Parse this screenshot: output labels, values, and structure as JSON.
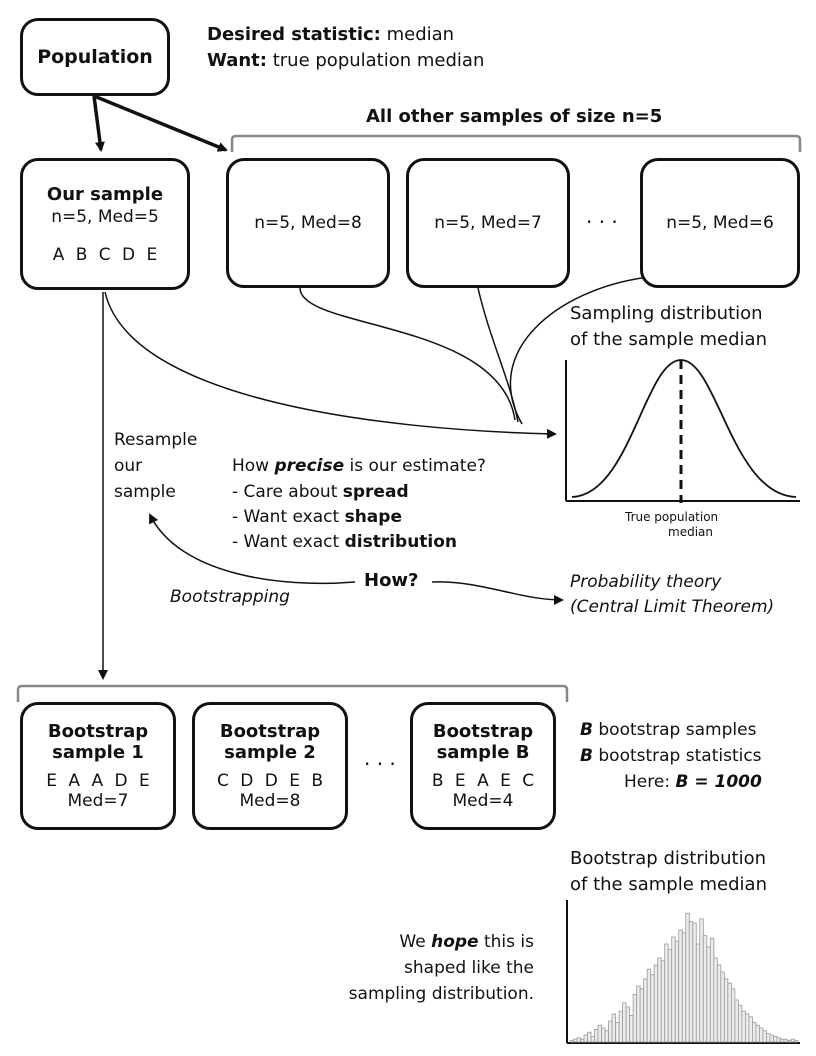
{
  "population": {
    "label": "Population"
  },
  "desired": {
    "label": "Desired statistic:",
    "value": "median"
  },
  "want": {
    "label": "Want:",
    "value": "true population median"
  },
  "other_samples_header": "All other samples of size n=5",
  "our_sample": {
    "title": "Our sample",
    "stats": "n=5, Med=5",
    "letters": "A B C D E"
  },
  "other_samples": [
    {
      "stats": "n=5, Med=8"
    },
    {
      "stats": "n=5, Med=7"
    },
    {
      "stats": "n=5, Med=6"
    }
  ],
  "ellipsis": "· · ·",
  "sampling_dist": {
    "title1": "Sampling distribution",
    "title2": "of the sample median",
    "axis_label1": "True population",
    "axis_label2": "median"
  },
  "resample": {
    "line1": "Resample",
    "line2": "our",
    "line3": "sample"
  },
  "precision": {
    "question_pre": "How ",
    "question_em": "precise",
    "question_post": " is our estimate?",
    "items": [
      {
        "pre": "- Care about ",
        "em": "spread"
      },
      {
        "pre": "- Want exact ",
        "em": "shape"
      },
      {
        "pre": "- Want exact ",
        "em": "distribution"
      }
    ]
  },
  "how": "How?",
  "bootstrapping": "Bootstrapping",
  "probability": {
    "line1": "Probability theory",
    "line2": "(Central Limit Theorem)"
  },
  "bootstrap_samples": [
    {
      "title1": "Bootstrap",
      "title2": "sample 1",
      "letters": "E A A D E",
      "stats": "Med=7"
    },
    {
      "title1": "Bootstrap",
      "title2": "sample 2",
      "letters": "C D D E B",
      "stats": "Med=8"
    },
    {
      "title1": "Bootstrap",
      "title2": "sample B",
      "letters": "B E A E C",
      "stats": "Med=4"
    }
  ],
  "bootstrap_info": {
    "line1_em": "B",
    "line1_rest": " bootstrap samples",
    "line2_em": "B",
    "line2_rest": " bootstrap statistics",
    "line3_pre": "Here: ",
    "line3_em": "B = 1000"
  },
  "bootstrap_dist": {
    "title1": "Bootstrap distribution",
    "title2": "of the sample median"
  },
  "hope": {
    "pre": "We ",
    "em": "hope",
    "post": " this is",
    "line2": "shaped like the",
    "line3": "sampling distribution."
  },
  "chart_data": {
    "type": "bar",
    "values": [
      1,
      2,
      3,
      2,
      5,
      7,
      4,
      9,
      12,
      10,
      8,
      15,
      20,
      14,
      22,
      28,
      25,
      19,
      34,
      40,
      38,
      45,
      52,
      48,
      55,
      60,
      58,
      70,
      66,
      75,
      72,
      80,
      78,
      92,
      86,
      85,
      70,
      88,
      76,
      68,
      74,
      60,
      55,
      50,
      45,
      42,
      38,
      30,
      26,
      22,
      20,
      18,
      14,
      12,
      10,
      8,
      6,
      5,
      4,
      3,
      2,
      2,
      1,
      2,
      1
    ],
    "ylim": [
      0,
      100
    ]
  }
}
